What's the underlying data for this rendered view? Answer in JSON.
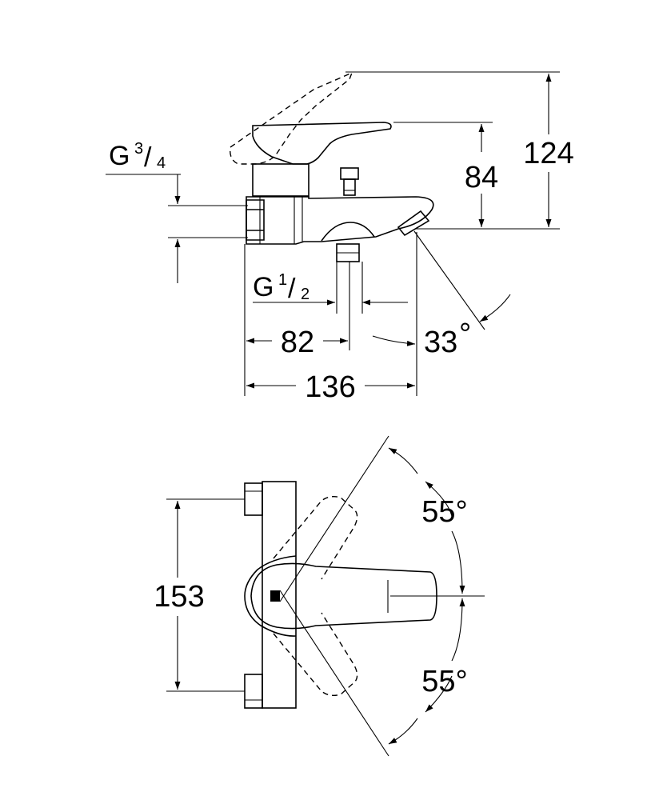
{
  "side_view": {
    "dim_total_height": "124",
    "dim_spout_height": "84",
    "dim_inlet_to_outlet": "82",
    "dim_total_projection": "136",
    "angle_spout": "33",
    "degree_sign": "°",
    "thread_inlet": {
      "letter": "G",
      "num": "3",
      "slash": "/",
      "den": "4"
    },
    "thread_outlet": {
      "letter": "G",
      "num": "1",
      "slash": "/",
      "den": "2"
    }
  },
  "top_view": {
    "dim_width": "153",
    "angle_upper": "55°",
    "angle_lower": "55°"
  }
}
